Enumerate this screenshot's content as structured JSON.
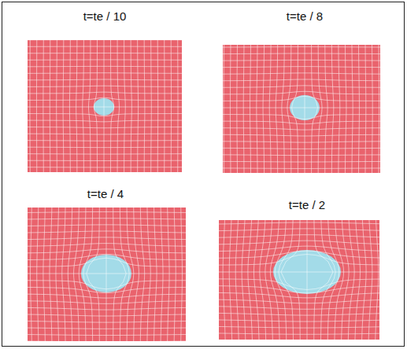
{
  "diagram": {
    "labels": [
      "t=te / 10",
      "t=te / 8",
      "t=te / 4",
      "t=te / 2"
    ]
  }
}
